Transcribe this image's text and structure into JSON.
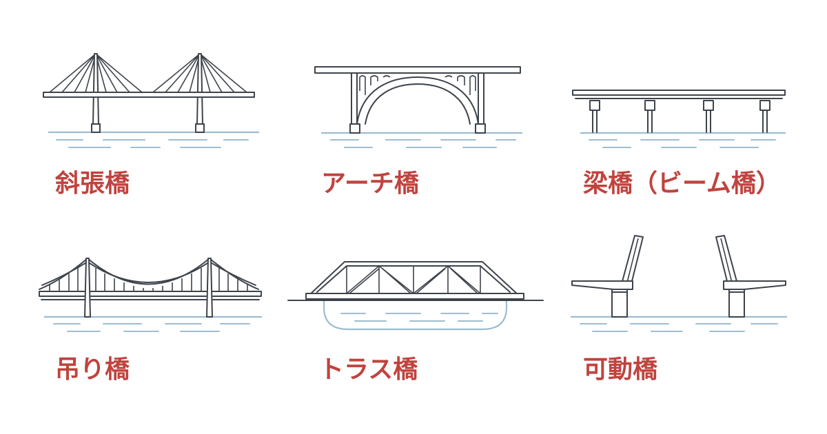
{
  "theme": {
    "label_color": "#c0433e",
    "line_color": "#3d434a",
    "water_color": "#9bbdd2",
    "background": "#ffffff"
  },
  "bridges": [
    {
      "key": "cable-stayed",
      "label": "斜張橋",
      "icon": "cable-stayed-bridge-icon"
    },
    {
      "key": "arch",
      "label": "アーチ橋",
      "icon": "arch-bridge-icon"
    },
    {
      "key": "beam",
      "label": "梁橋（ビーム橋）",
      "icon": "beam-bridge-icon"
    },
    {
      "key": "suspension",
      "label": "吊り橋",
      "icon": "suspension-bridge-icon"
    },
    {
      "key": "truss",
      "label": "トラス橋",
      "icon": "truss-bridge-icon"
    },
    {
      "key": "movable",
      "label": "可動橋",
      "icon": "movable-bridge-icon"
    }
  ]
}
